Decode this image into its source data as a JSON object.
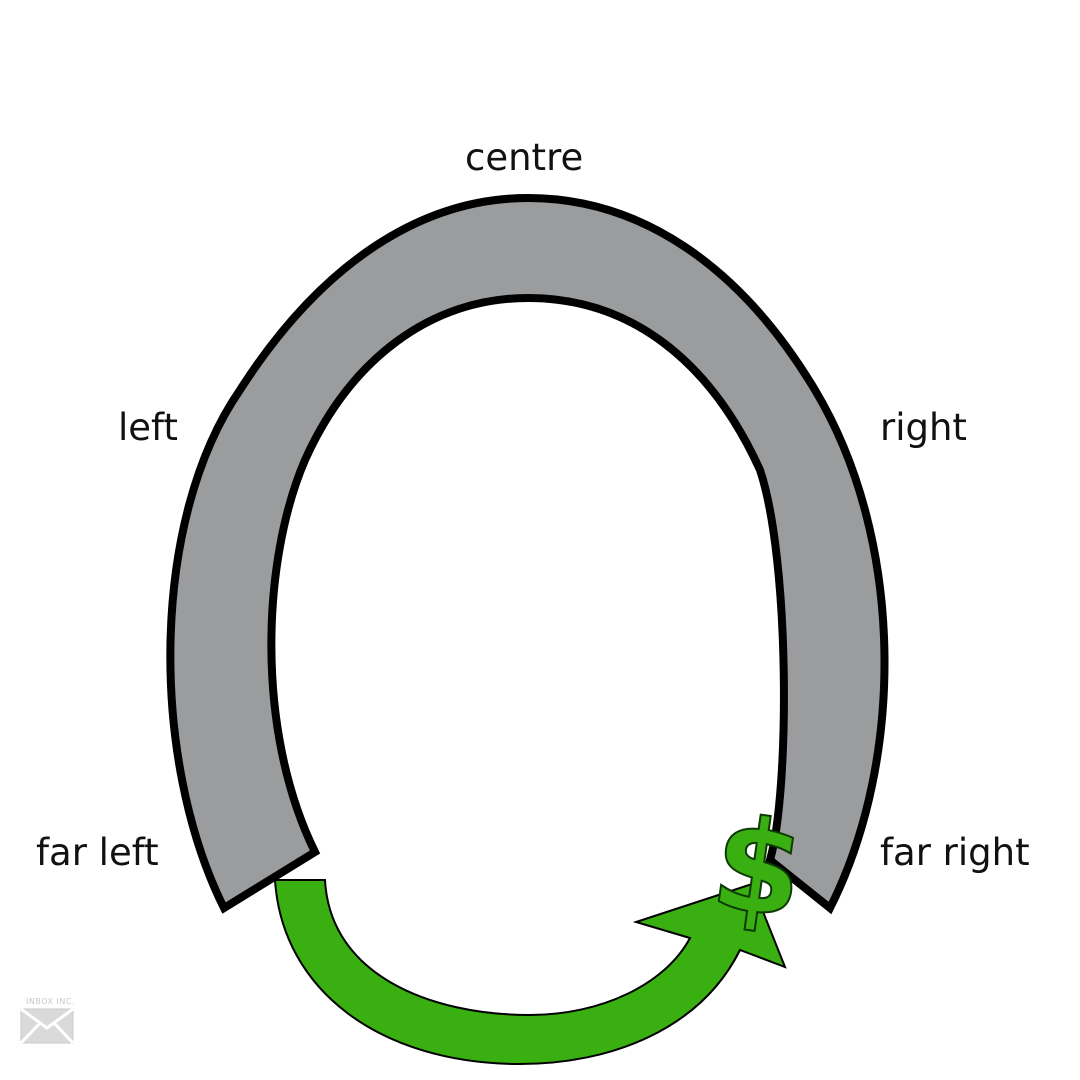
{
  "labels": {
    "centre": "centre",
    "left": "left",
    "right": "right",
    "far_left": "far left",
    "far_right": "far right"
  },
  "symbol": "$",
  "watermark": {
    "text": "INBOX INC."
  },
  "colors": {
    "arc_fill": "#9a9c9d",
    "outline": "#000000",
    "arrow_green": "#3aaf12",
    "background": "#ffffff"
  },
  "icons": {
    "watermark_icon": "envelope-icon",
    "arrow_icon": "curved-arrow-icon"
  }
}
